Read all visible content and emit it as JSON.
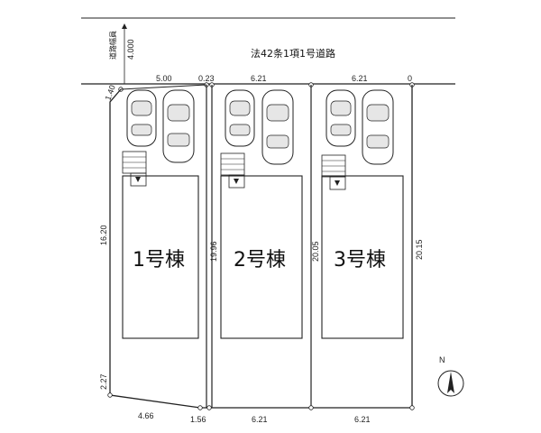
{
  "road": {
    "label": "法42条1項1号道路",
    "setback_label": "道路幅員",
    "width": "4.000"
  },
  "frontage": {
    "d1": "5.00",
    "d2": "0.23",
    "d3": "6.21",
    "d4": "6.21",
    "d5": "0",
    "corner": "1.40"
  },
  "depths": {
    "left": "16.20",
    "lot2": "19.96",
    "lot3": "20.05",
    "right": "20.15",
    "left_lower": "2.27"
  },
  "rear": {
    "d1": "4.66",
    "d2": "1.56",
    "d3": "6.21",
    "d4": "6.21"
  },
  "buildings": [
    {
      "label": "1号棟"
    },
    {
      "label": "2号棟"
    },
    {
      "label": "3号棟"
    }
  ],
  "compass": {
    "north": "N"
  }
}
